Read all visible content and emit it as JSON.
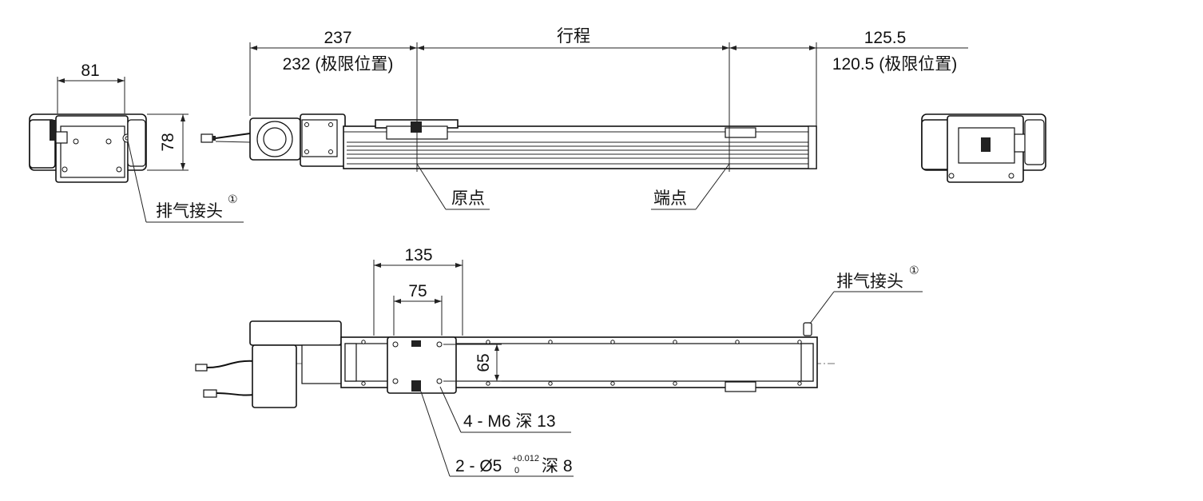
{
  "dimensions": {
    "width_81": "81",
    "height_78": "78",
    "motor_side_237": "237",
    "motor_side_limit": "232 (极限位置)",
    "stroke": "行程",
    "end_side_125_5": "125.5",
    "end_side_limit": "120.5 (极限位置)",
    "spacing_135": "135",
    "spacing_75": "75",
    "spacing_65": "65"
  },
  "callouts": {
    "exhaust_front": "排气接头",
    "exhaust_top": "排气接头",
    "exhaust_mark": "①",
    "origin": "原点",
    "end_point": "端点",
    "tapped_holes": "4 - M6 深 13",
    "pin_holes_prefix": "2 - Ø5",
    "pin_holes_tol_upper": "+0.012",
    "pin_holes_tol_lower": "0",
    "pin_holes_suffix": "深 8"
  },
  "colors": {
    "line": "#111111",
    "background": "#ffffff"
  }
}
